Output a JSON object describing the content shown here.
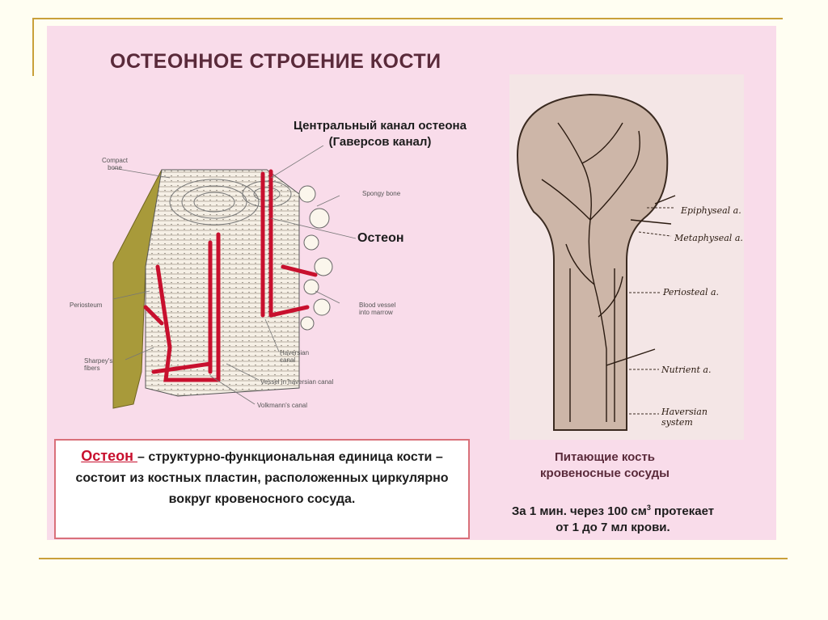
{
  "title": "ОСТЕОННОЕ СТРОЕНИЕ КОСТИ",
  "central_canal_label": [
    "Центральный канал остеона",
    "(Гаверсов канал)"
  ],
  "osteon_label": "Остеон",
  "left_diagram_labels": {
    "compact_bone": [
      "Compact",
      "bone"
    ],
    "spongy_bone": "Spongy bone",
    "periosteum": "Periosteum",
    "sharpeys_fibers": [
      "Sharpey's",
      "fibers"
    ],
    "blood_vessel": [
      "Blood vessel",
      "into marrow"
    ],
    "haversian_canal": [
      "Haversian",
      "canal"
    ],
    "vessel_in_canal": "Vessel in haversian canal",
    "volkmanns_canal": "Volkmann's canal"
  },
  "right_diagram_labels": {
    "epiphyseal": "Epiphyseal a.",
    "metaphyseal": "Metaphyseal a.",
    "periosteal": "Periosteal a.",
    "nutrient": "Nutrient a.",
    "haversian_system": [
      "Haversian",
      "system"
    ]
  },
  "definition": {
    "term": "Остеон ",
    "rest": "– структурно-функциональная единица кости – состоит из костных пластин, расположенных циркулярно вокруг кровеносного сосуда."
  },
  "right_caption": [
    "Питающие кость",
    "кровеносные сосуды"
  ],
  "flow_text": {
    "line1_pre": "За 1 мин. через 100 см",
    "line1_sup": "3",
    "line1_post": " протекает",
    "line2": "от 1 до 7 мл крови."
  },
  "colors": {
    "slide_bg": "#f9dcea",
    "frame": "#c9a03a",
    "title": "#5a2a3a",
    "term": "#c8102e",
    "vessel": "#c8102e",
    "periosteum": "#a89a3a"
  }
}
